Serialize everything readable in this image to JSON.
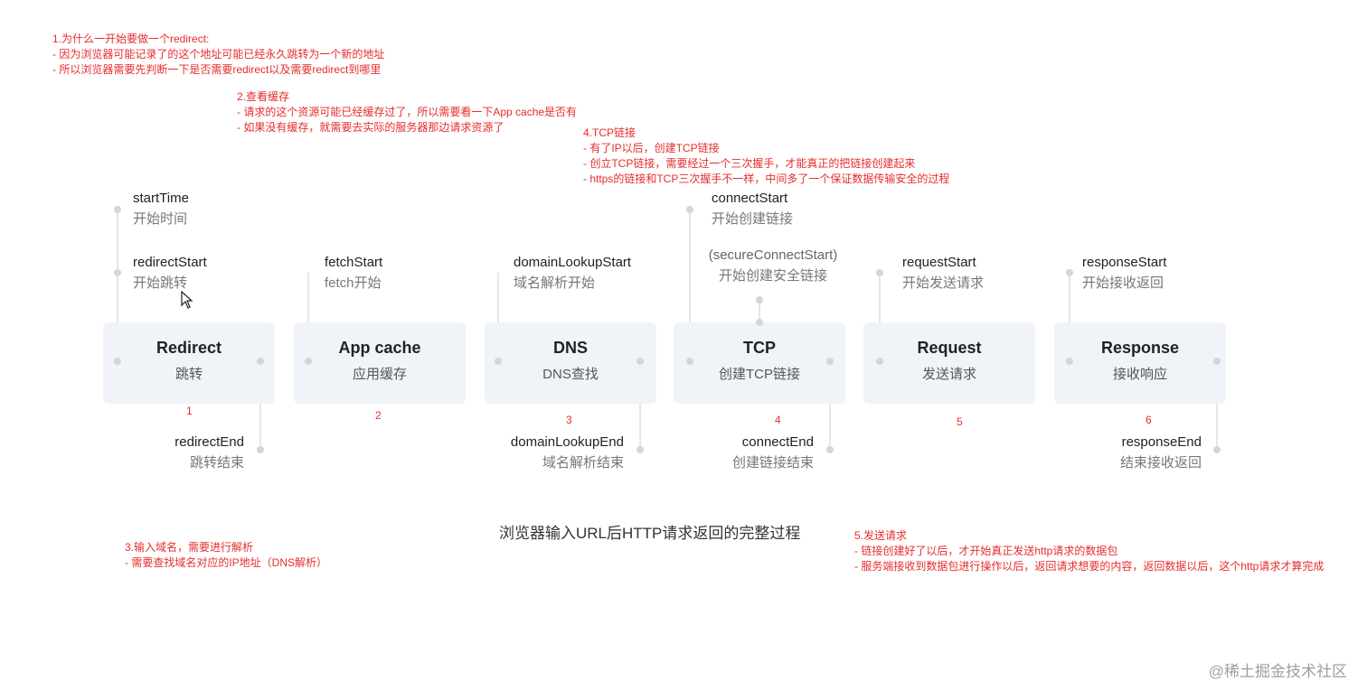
{
  "notes": {
    "redirect": {
      "title": "1.为什么一开始要做一个redirect:",
      "lines": [
        "- 因为浏览器可能记录了的这个地址可能已经永久跳转为一个新的地址",
        "- 所以浏览器需要先判断一下是否需要redirect以及需要redirect到哪里"
      ]
    },
    "cache": {
      "title": "2.查看缓存",
      "lines": [
        "- 请求的这个资源可能已经缓存过了，所以需要看一下App cache是否有",
        "- 如果没有缓存，就需要去实际的服务器那边请求资源了"
      ]
    },
    "tcp": {
      "title": "4.TCP链接",
      "lines": [
        "- 有了IP以后，创建TCP链接",
        "- 创立TCP链接，需要经过一个三次握手，才能真正的把链接创建起来",
        "- https的链接和TCP三次握手不一样，中间多了一个保证数据传输安全的过程"
      ]
    },
    "dns": {
      "title": "3.输入域名，需要进行解析",
      "lines": [
        "- 需要查找域名对应的IP地址（DNS解析）"
      ]
    },
    "request": {
      "title": "5.发送请求",
      "lines": [
        "- 链接创建好了以后，才开始真正发送http请求的数据包",
        "- 服务端接收到数据包进行操作以后，返回请求想要的内容，返回数据以后，这个http请求才算完成"
      ]
    }
  },
  "stages": [
    {
      "title": "Redirect",
      "subtitle": "跳转",
      "number": "1"
    },
    {
      "title": "App cache",
      "subtitle": "应用缓存",
      "number": "2"
    },
    {
      "title": "DNS",
      "subtitle": "DNS查找",
      "number": "3"
    },
    {
      "title": "TCP",
      "subtitle": "创建TCP链接",
      "number": "4"
    },
    {
      "title": "Request",
      "subtitle": "发送请求",
      "number": "5"
    },
    {
      "title": "Response",
      "subtitle": "接收响应",
      "number": "6"
    }
  ],
  "labels": {
    "startTime": {
      "en": "startTime",
      "zh": "开始时间"
    },
    "redirectStart": {
      "en": "redirectStart",
      "zh": "开始跳转"
    },
    "redirectEnd": {
      "en": "redirectEnd",
      "zh": "跳转结束"
    },
    "fetchStart": {
      "en": "fetchStart",
      "zh": "fetch开始"
    },
    "domainLookupStart": {
      "en": "domainLookupStart",
      "zh": "域名解析开始"
    },
    "domainLookupEnd": {
      "en": "domainLookupEnd",
      "zh": "域名解析结束"
    },
    "connectStart": {
      "en": "connectStart",
      "zh": "开始创建链接"
    },
    "secureConnectionStart": {
      "en": "(secureConnectStart)",
      "zh": "开始创建安全链接"
    },
    "connectEnd": {
      "en": "connectEnd",
      "zh": "创建链接结束"
    },
    "requestStart": {
      "en": "requestStart",
      "zh": "开始发送请求"
    },
    "responseStart": {
      "en": "responseStart",
      "zh": "开始接收返回"
    },
    "responseEnd": {
      "en": "responseEnd",
      "zh": "结束接收返回"
    }
  },
  "diagram_title": "浏览器输入URL后HTTP请求返回的完整过程",
  "watermark": "@稀土掘金技术社区"
}
